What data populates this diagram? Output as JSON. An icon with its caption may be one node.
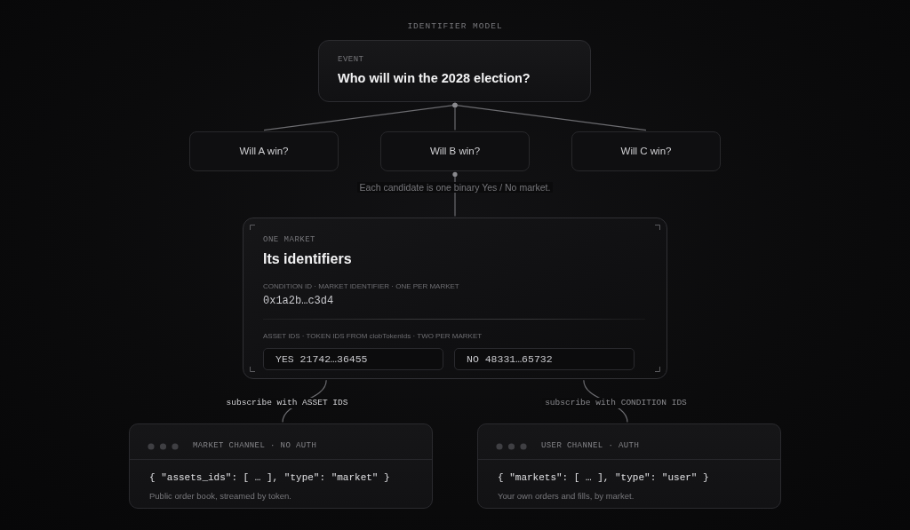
{
  "diagram": {
    "title": "IDENTIFIER MODEL",
    "nodes": [
      {
        "text": [
          "EVENT",
          "Who will win the 2028 election?"
        ]
      },
      {
        "text": [
          "Will A win?"
        ]
      },
      {
        "text": [
          "Will B win?"
        ]
      },
      {
        "text": [
          "Will C win?"
        ]
      },
      {
        "text": [
          "ONE MARKET",
          "Its identifiers",
          "CONDITION ID · MARKET IDENTIFIER · ONE PER MARKET",
          "0x1a2b…c3d4",
          "ASSET IDS · TOKEN IDS FROM clobTokenIds · TWO PER MARKET"
        ]
      },
      {
        "text": [
          "YES 21742…36455"
        ],
        "in": 4
      },
      {
        "text": [
          "NO 48331…65732"
        ],
        "in": 4
      },
      {
        "text": [
          "MARKET CHANNEL · NO AUTH",
          "{ \"assets_ids\": [ … ], \"type\": \"market\" }",
          "Public order book, streamed by token."
        ]
      },
      {
        "text": [
          "USER CHANNEL · AUTH",
          "{ \"markets\": [ … ], \"type\": \"user\" }",
          "Your own orders and fills, by market."
        ]
      }
    ],
    "edges": [
      {
        "from": 0,
        "to": 1,
        "arrow": "other"
      },
      {
        "from": 0,
        "to": 2,
        "arrow": "other"
      },
      {
        "from": 0,
        "to": 3,
        "arrow": "other"
      },
      {
        "from": 2,
        "to": 4,
        "arrow": "other",
        "label": "Each candidate is one binary Yes / No market."
      },
      {
        "from": 4,
        "to": 7,
        "arrow": "none",
        "label": "subscribe with ASSET IDS"
      },
      {
        "from": 4,
        "to": 8,
        "arrow": "none",
        "label": "subscribe with CONDITION IDS"
      }
    ]
  }
}
